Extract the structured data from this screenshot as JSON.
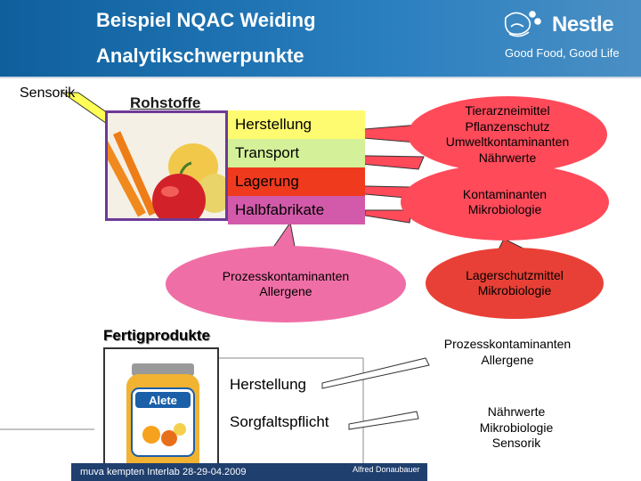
{
  "header": {
    "title_line1": "Beispiel NQAC Weiding",
    "title_line2": "Analytikschwerpunkte"
  },
  "logo": {
    "brand": "Nestle",
    "tagline": "Good Food, Good Life",
    "icon": "nest-bird-icon",
    "colors": {
      "header": "#0e5f9c"
    }
  },
  "labels": {
    "sensorik": "Sensorik",
    "rohstoffe": "Rohstoffe",
    "fertigprodukte": "Fertigprodukte"
  },
  "rohstoffe_steps": [
    {
      "label": "Herstellung",
      "color": "#fffb70"
    },
    {
      "label": "Transport",
      "color": "#d4f098"
    },
    {
      "label": "Lagerung",
      "color": "#f03a1e"
    },
    {
      "label": "Halbfabrikate",
      "color": "#d35aaa"
    }
  ],
  "callouts": {
    "rohstoffe_top": "Tierarzneimittel\nPflanzenschutz\nUmweltkontaminanten\nNährwerte",
    "rohstoffe_lager": "Kontaminanten\nMikrobiologie",
    "halbfabrikate": "Prozesskontaminanten\nAllergene",
    "lagerschutz": "Lagerschutzmittel\nMikrobiologie",
    "fertig_herstellung": "Prozesskontaminanten\nAllergene",
    "fertig_sorgfalt": "Nährwerte\nMikrobiologie\nSensorik"
  },
  "fertig_steps": {
    "herstellung": "Herstellung",
    "sorgfaltspflicht": "Sorgfaltspflicht"
  },
  "product": {
    "brand": "Alete"
  },
  "footer": {
    "left": "muva kempten Interlab 28-29-04.2009",
    "right": "Alfred Donaubauer"
  }
}
